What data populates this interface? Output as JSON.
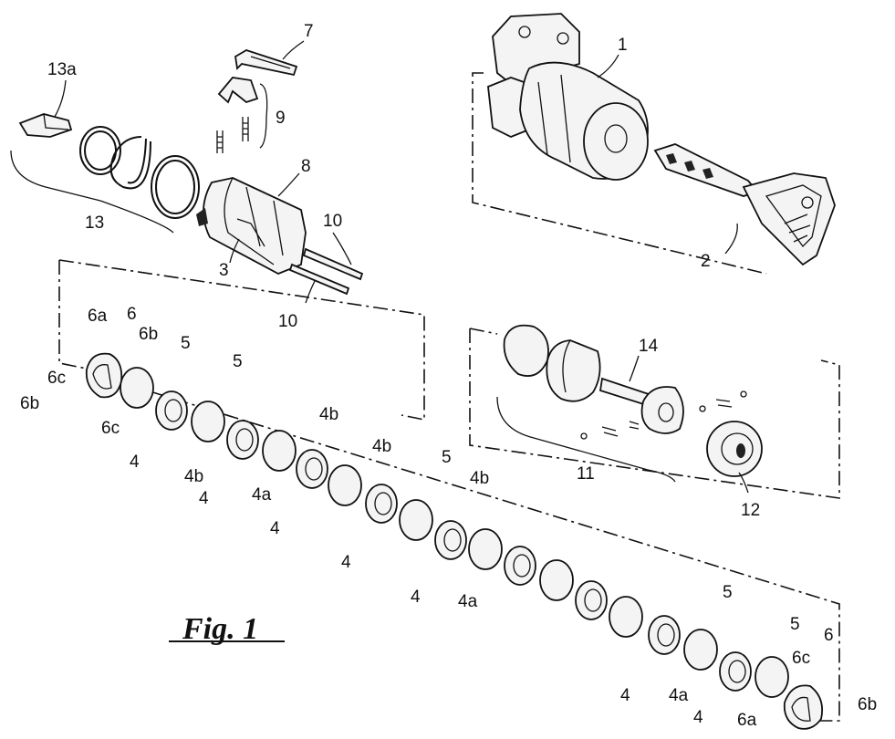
{
  "figure": {
    "caption": "Fig. 1"
  },
  "labels": {
    "l1": "1",
    "l2": "2",
    "l3": "3",
    "l7": "7",
    "l8": "8",
    "l9": "9",
    "l10a": "10",
    "l10b": "10",
    "l11": "11",
    "l12": "12",
    "l13": "13",
    "l13a": "13a",
    "l14": "14",
    "l6_top": "6",
    "l6a_top": "6a",
    "l6b_top": "6b",
    "l6c_left": "6c",
    "l6b_left": "6b",
    "l6c_bottom": "6c",
    "l5_a": "5",
    "l5_b": "5",
    "l4_a": "4",
    "l4b_a": "4b",
    "l4_b": "4",
    "l4a_a": "4a",
    "l4b_b": "4b",
    "l4_c": "4",
    "l4b_c": "4b",
    "l4_d": "4",
    "l5_c": "5",
    "l4b_d": "4b",
    "l4_e": "4",
    "l4a_b": "4a",
    "l5_d": "5",
    "l5_e": "5",
    "l4_f": "4",
    "l4a_c": "4a",
    "l4_g": "4",
    "l6a_bottom": "6a",
    "l6c_right": "6c",
    "l6_right": "6",
    "l6b_right": "6b"
  }
}
